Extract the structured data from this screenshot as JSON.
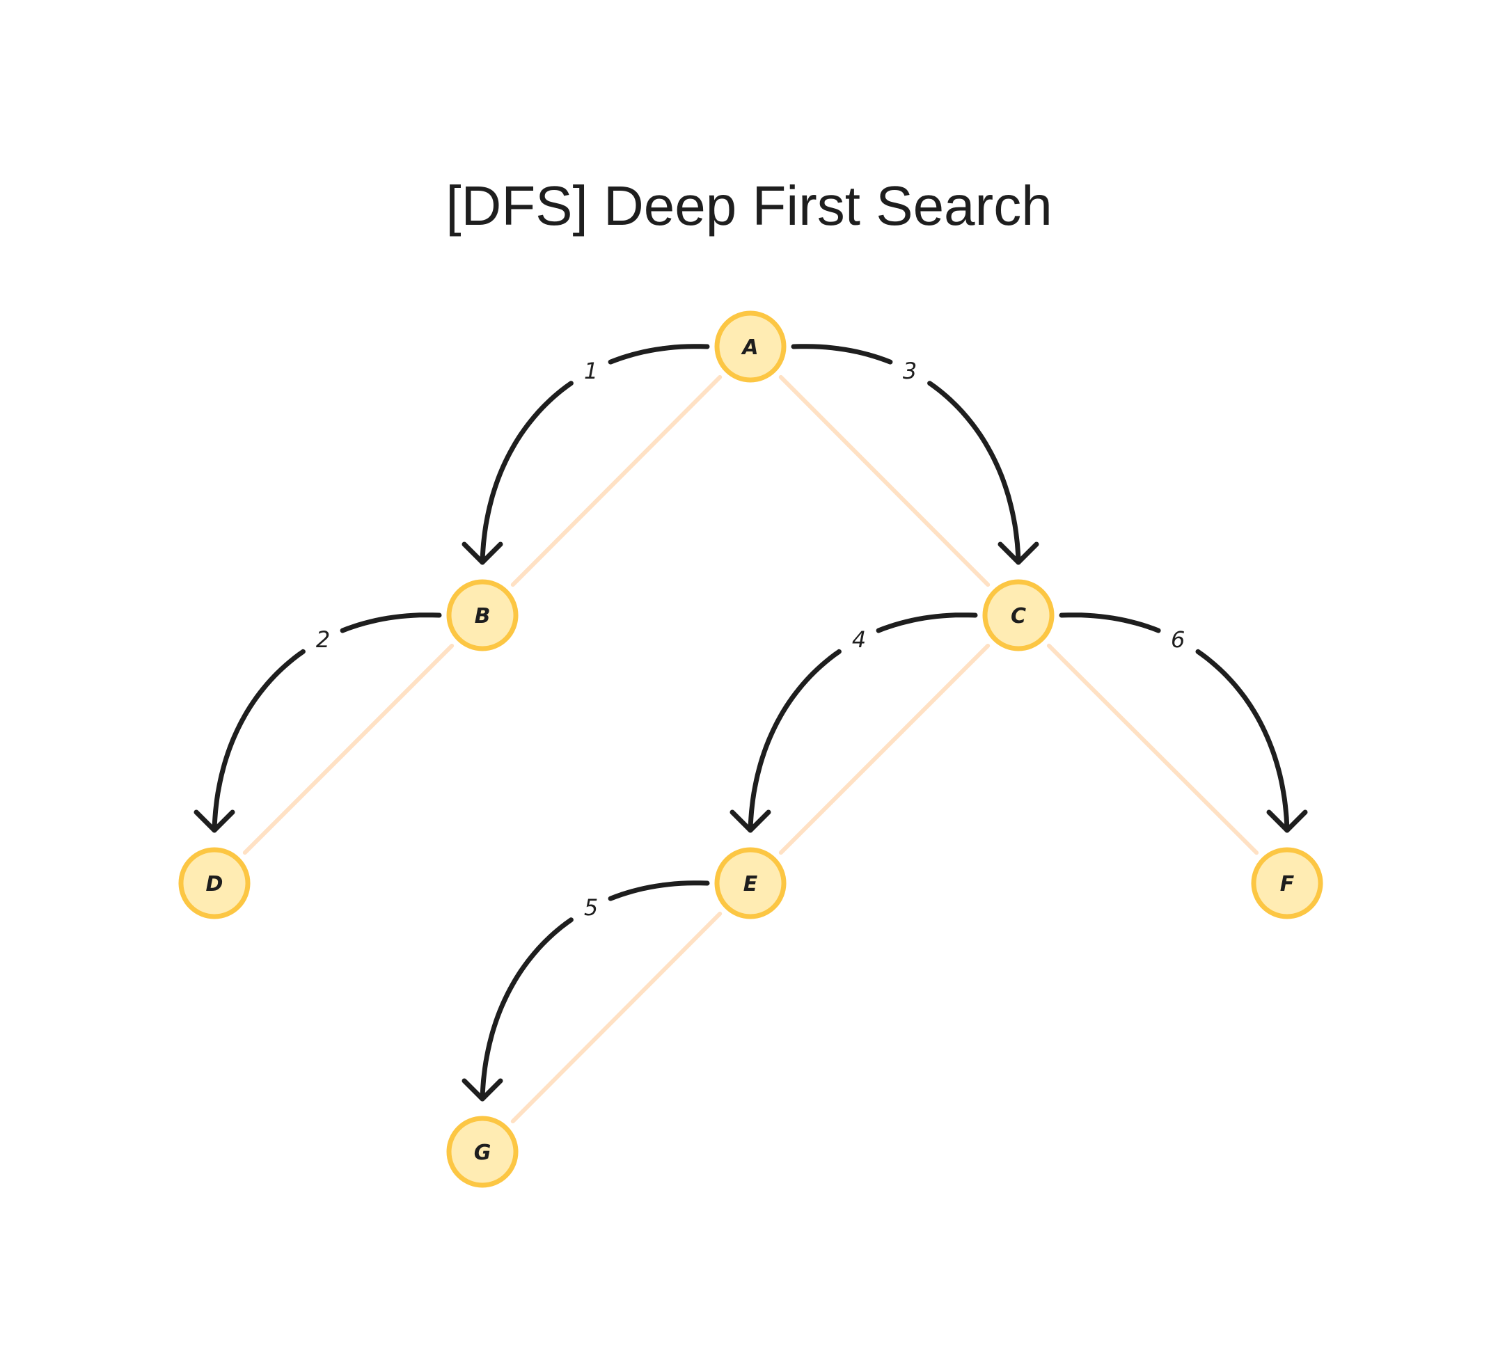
{
  "title": "[DFS] Deep First Search",
  "colors": {
    "node_fill": "#ffecb3",
    "node_stroke": "#fcc643",
    "tree_edge": "#ffe1c4",
    "arrow": "#1e1e1e",
    "text": "#1e1e1e"
  },
  "nodes": [
    {
      "id": "A",
      "label": "A"
    },
    {
      "id": "B",
      "label": "B"
    },
    {
      "id": "C",
      "label": "C"
    },
    {
      "id": "D",
      "label": "D"
    },
    {
      "id": "E",
      "label": "E"
    },
    {
      "id": "F",
      "label": "F"
    },
    {
      "id": "G",
      "label": "G"
    }
  ],
  "tree_edges": [
    {
      "from": "A",
      "to": "B"
    },
    {
      "from": "A",
      "to": "C"
    },
    {
      "from": "B",
      "to": "D"
    },
    {
      "from": "C",
      "to": "E"
    },
    {
      "from": "C",
      "to": "F"
    },
    {
      "from": "E",
      "to": "G"
    }
  ],
  "traversal": [
    {
      "from": "A",
      "to": "B",
      "step": "1"
    },
    {
      "from": "B",
      "to": "D",
      "step": "2"
    },
    {
      "from": "A",
      "to": "C",
      "step": "3"
    },
    {
      "from": "C",
      "to": "E",
      "step": "4"
    },
    {
      "from": "E",
      "to": "G",
      "step": "5"
    },
    {
      "from": "C",
      "to": "F",
      "step": "6"
    }
  ]
}
